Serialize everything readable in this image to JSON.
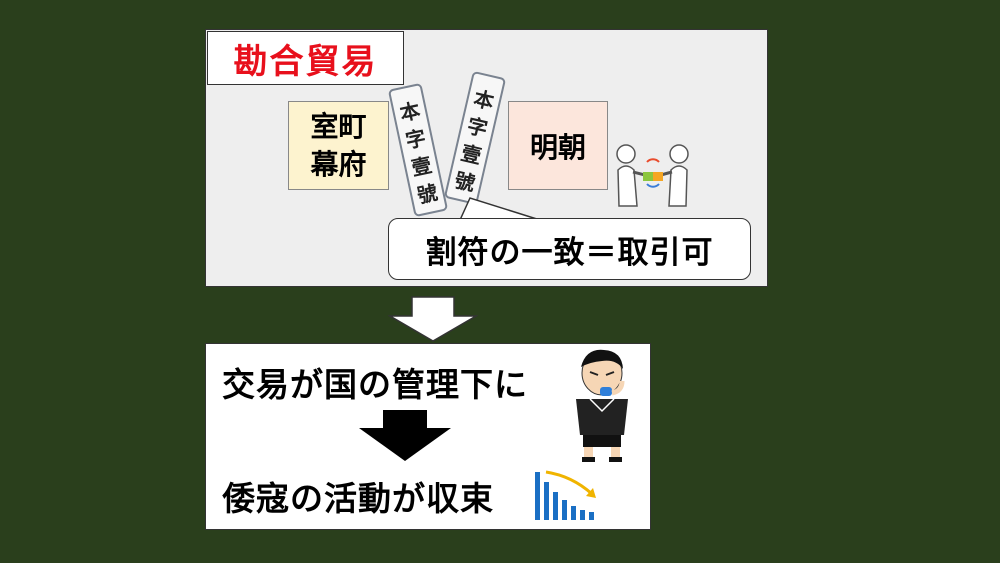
{
  "title": "勘合貿易",
  "left_party": {
    "line1": "室町",
    "line2": "幕府"
  },
  "right_party": "明朝",
  "tally_left": [
    "本",
    "字",
    "壹",
    "號"
  ],
  "tally_right": [
    "本",
    "字",
    "壹",
    "號"
  ],
  "callout": "割符の一致＝取引可",
  "bottom": {
    "line1": "交易が国の管理下に",
    "line2": "倭寇の活動が収束"
  },
  "icons": [
    "handshake-trade-icon",
    "referee-whistle-icon",
    "declining-bar-chart-icon",
    "down-arrow-icon"
  ],
  "colors": {
    "background": "#2a3f1c",
    "title_red": "#e8101c",
    "left_box": "#fdf3cf",
    "right_box": "#fce6dc",
    "chart_blue": "#1a6fc4",
    "chart_arrow": "#f0b400"
  }
}
